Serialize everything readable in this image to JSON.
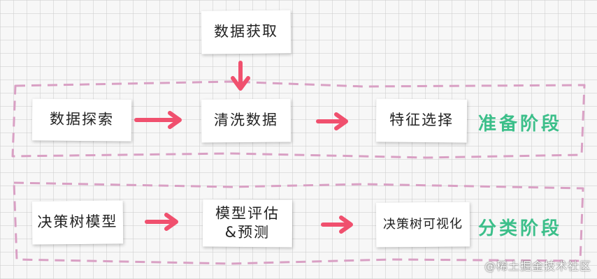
{
  "nodes": {
    "data_acquisition": "数据获取",
    "data_exploration": "数据探索",
    "data_cleaning": "清洗数据",
    "feature_selection": "特征选择",
    "decision_tree_model": "决策树模型",
    "model_evaluation": "模型评估\n&预测",
    "tree_visualization": "决策树可视化"
  },
  "stages": {
    "preparation": "准备阶段",
    "classification": "分类阶段"
  },
  "watermark": "@稀土掘金技术社区",
  "colors": {
    "arrow": "#f0506e",
    "dashed_border": "#d9a0c4",
    "stage_label": "#3cbf8a",
    "grid": "#d6d6d6"
  }
}
